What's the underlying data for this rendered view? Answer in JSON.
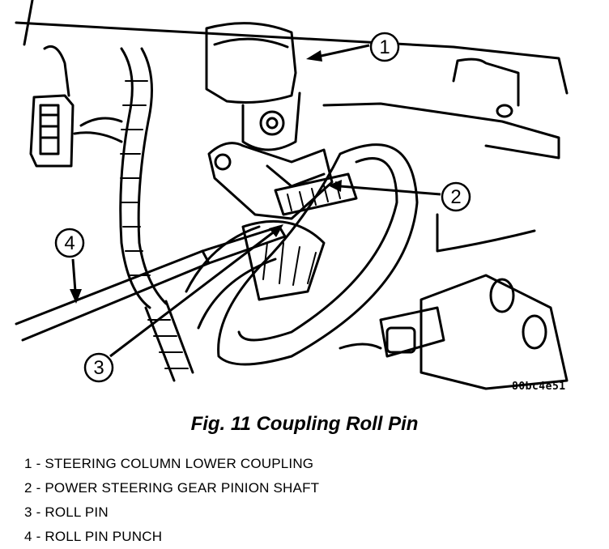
{
  "figure": {
    "caption": "Fig. 11 Coupling Roll Pin",
    "image_code": "80bc4e51",
    "callouts": [
      "1",
      "2",
      "3",
      "4"
    ],
    "legend": [
      "1 - STEERING COLUMN LOWER COUPLING",
      "2 - POWER STEERING GEAR PINION SHAFT",
      "3 - ROLL PIN",
      "4 - ROLL PIN PUNCH"
    ]
  }
}
